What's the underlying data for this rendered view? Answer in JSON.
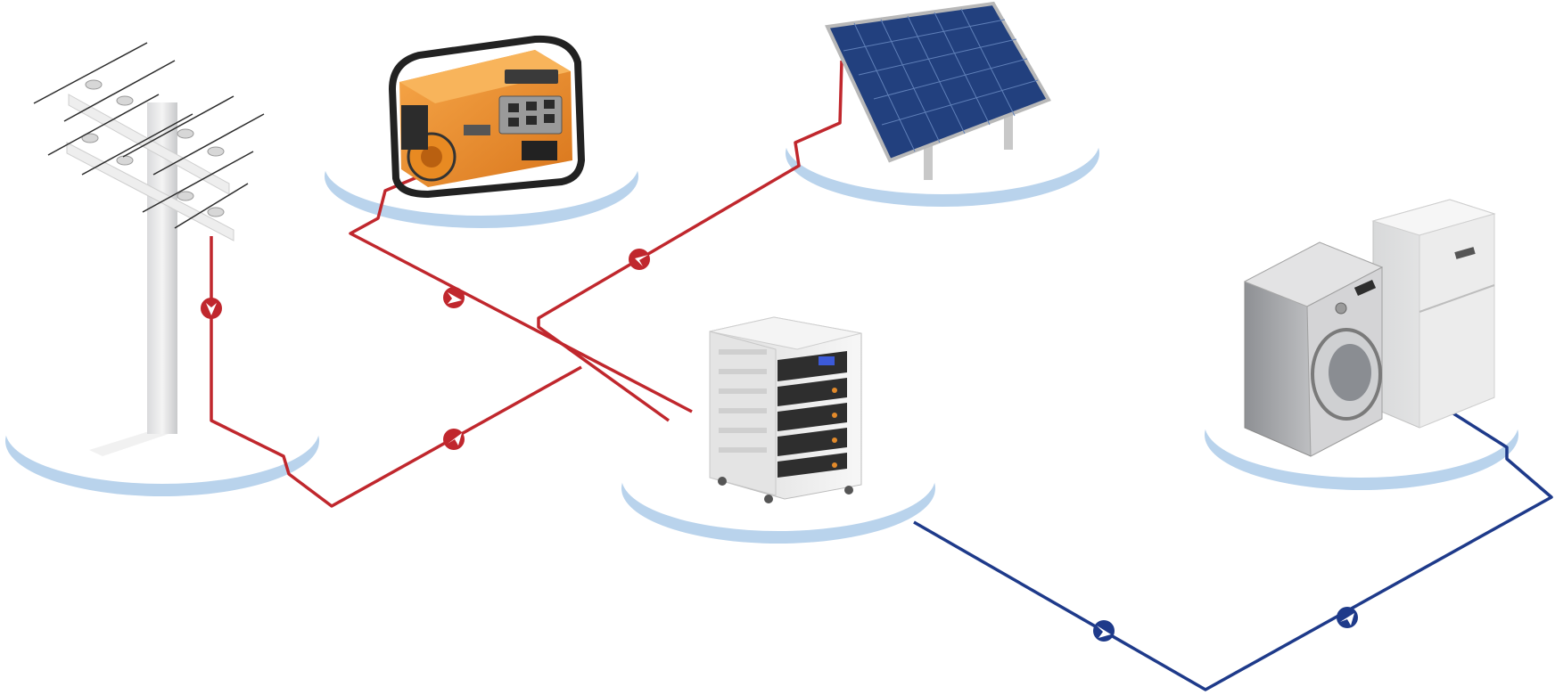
{
  "diagram": {
    "nodes": [
      {
        "id": "grid",
        "icon": "utility-pole-icon"
      },
      {
        "id": "generator",
        "icon": "generator-icon"
      },
      {
        "id": "solar",
        "icon": "solar-panel-icon"
      },
      {
        "id": "battery",
        "icon": "battery-rack-icon"
      },
      {
        "id": "appliances",
        "icon": "appliances-icon",
        "items": [
          "washing-machine-icon",
          "refrigerator-icon"
        ]
      }
    ],
    "connections": [
      {
        "from": "grid",
        "to": "battery",
        "color": "#C0272D"
      },
      {
        "from": "generator",
        "to": "battery",
        "color": "#C0272D"
      },
      {
        "from": "solar",
        "to": "battery",
        "color": "#C0272D"
      },
      {
        "from": "battery",
        "to": "appliances",
        "color": "#1E3A8A"
      }
    ],
    "colors": {
      "input_line": "#C0272D",
      "output_line": "#1E3A8A",
      "platform_rim": "#B9D3EC",
      "generator_body": "#F0922B",
      "solar_cell": "#22407E"
    }
  }
}
